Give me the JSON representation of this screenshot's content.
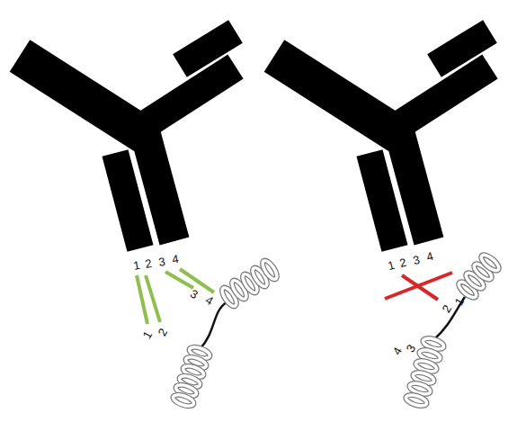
{
  "diagram": {
    "labels": [
      "1",
      "2",
      "3",
      "4",
      "3",
      "4",
      "1",
      "2",
      "1",
      "2",
      "3",
      "4",
      "2",
      "1",
      "4",
      "3"
    ]
  }
}
